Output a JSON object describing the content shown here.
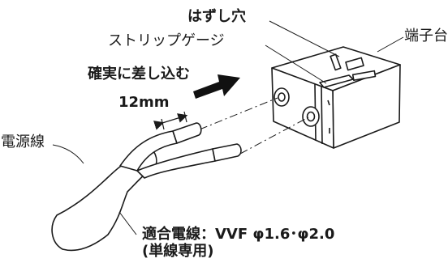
{
  "labels": {
    "hole": "はずし穴",
    "strip_gauge": "ストリップゲージ",
    "terminal_block": "端子台",
    "insert": "確実に差し込む",
    "strip_length": "12mm",
    "wire": "電源線",
    "applicable_wire": "適合電線：VVF φ1.6･φ2.0",
    "single_wire_only": "(単線専用)"
  },
  "colors": {
    "stroke": "#1a1a1a",
    "fill": "#ffffff",
    "arrow": "#111111"
  }
}
